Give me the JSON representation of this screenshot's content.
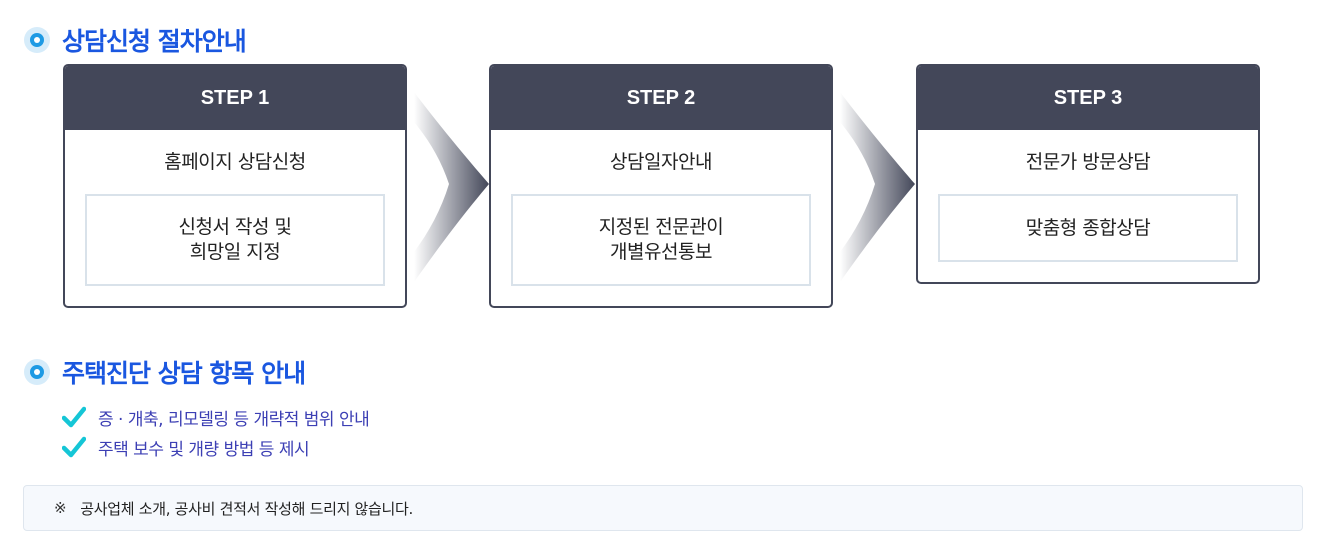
{
  "sections": {
    "procedure_title": "상담신청 절차안내",
    "items_title": "주택진단 상담 항목 안내"
  },
  "steps": [
    {
      "label": "STEP 1",
      "main": "홈페이지 상담신청",
      "detail": "신청서 작성 및\n희망일 지정"
    },
    {
      "label": "STEP 2",
      "main": "상담일자안내",
      "detail": "지정된 전문관이\n개별유선통보"
    },
    {
      "label": "STEP 3",
      "main": "전문가 방문상담",
      "detail": "맞춤형 종합상담"
    }
  ],
  "items": [
    "증 · 개축, 리모델링 등 개략적 범위 안내",
    "주택 보수 및 개량 방법 등 제시"
  ],
  "notice": {
    "mark": "※",
    "text": "공사업체 소개, 공사비 견적서 작성해 드리지 않습니다."
  },
  "icons": {
    "title_icon": "bullet-circle-icon",
    "check_icon": "check-icon",
    "arrow_icon": "chevron-arrow-icon"
  },
  "colors": {
    "title_blue": "#1a57e0",
    "step_header": "#434759",
    "check_cyan": "#15c6d6",
    "item_text": "#3c3fb4"
  }
}
